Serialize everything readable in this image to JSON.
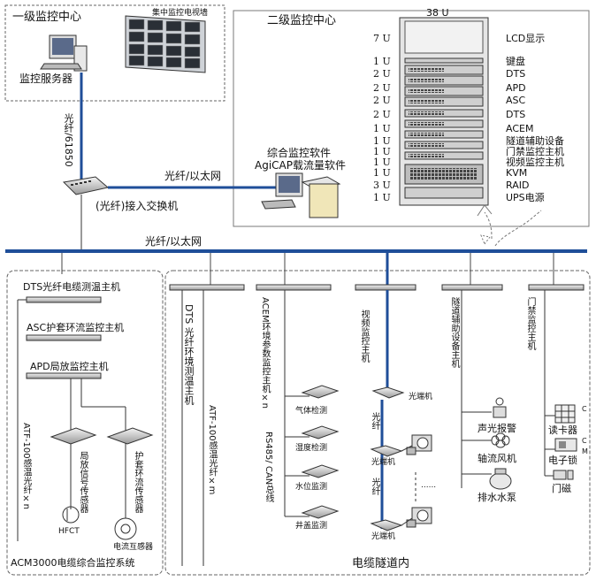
{
  "level1": {
    "title": "一级监控中心",
    "tv_wall": "集中监控电视墙",
    "server": "监控服务器"
  },
  "level2": {
    "title": "二级监控中心",
    "rack_height": "38 U",
    "software": "综合监控软件",
    "software2": "AgiCAP载流量软件",
    "rack_units": [
      {
        "u": "7 U",
        "device": "LCD显示"
      },
      {
        "u": "1 U",
        "device": "键盘"
      },
      {
        "u": "2 U",
        "device": "DTS"
      },
      {
        "u": "2 U",
        "device": "APD"
      },
      {
        "u": "2 U",
        "device": "ASC"
      },
      {
        "u": "2 U",
        "device": "DTS"
      },
      {
        "u": "1 U",
        "device": "ACEM"
      },
      {
        "u": "1 U",
        "device": "隧道辅助设备"
      },
      {
        "u": "1 U",
        "device": "门禁监控主机"
      },
      {
        "u": "1 U",
        "device": "视频监控主机"
      },
      {
        "u": "1 U",
        "device": "KVM"
      },
      {
        "u": "3 U",
        "device": "RAID"
      },
      {
        "u": "1 U",
        "device": "UPS电源"
      }
    ]
  },
  "network": {
    "fiber_61850": "光纤/61850",
    "fiber_ethernet_upper": "光纤/以太网",
    "switch": "(光纤)接入交换机",
    "fiber_ethernet_bus": "光纤/以太网"
  },
  "acm": {
    "dts_host": "DTS光纤电缆测温主机",
    "asc_host": "ASC护套环流监控主机",
    "apd_host": "APD局放监控主机",
    "sensing_fiber": "ATF-100感温光纤×n",
    "pd_sensor": "局放信号传感器",
    "circ_sensor": "护套环流传感器",
    "hfct": "HFCT",
    "ct": "电流互感器",
    "system_name": "ACM3000电缆综合监控系统"
  },
  "tunnel": {
    "dts_env_host": "DTS 光纤环境测温主机",
    "sensing_fiber2": "ATF-100感温光纤×m",
    "acem_host": "ACEM环境参数监控主机×n",
    "gas": "气体检测",
    "humidity": "湿度检测",
    "water_level": "水位监测",
    "well_cover": "井盖监测",
    "bus_485": "RS485/ CAN总线",
    "video_host": "视频监控主机",
    "optical_end": "光端机",
    "optical_end2": "光端机",
    "optical_end3": "光端机",
    "fiber_a": "光纤",
    "fiber_b": "光纤",
    "dots": "......",
    "aux_host": "隧道辅助设备主机",
    "alarm": "声光报警",
    "fan": "轴流风机",
    "pump": "排水水泵",
    "access_host": "门禁监控主机",
    "card_reader": "读卡器",
    "e_lock": "电子锁",
    "door_mag": "门磁",
    "c1": "C",
    "c2": "C",
    "m": "M",
    "tunnel_label": "电缆隧道内"
  },
  "colors": {
    "bus": "#1f4e99",
    "border": "#7a7a7a",
    "dash": "#666666"
  }
}
